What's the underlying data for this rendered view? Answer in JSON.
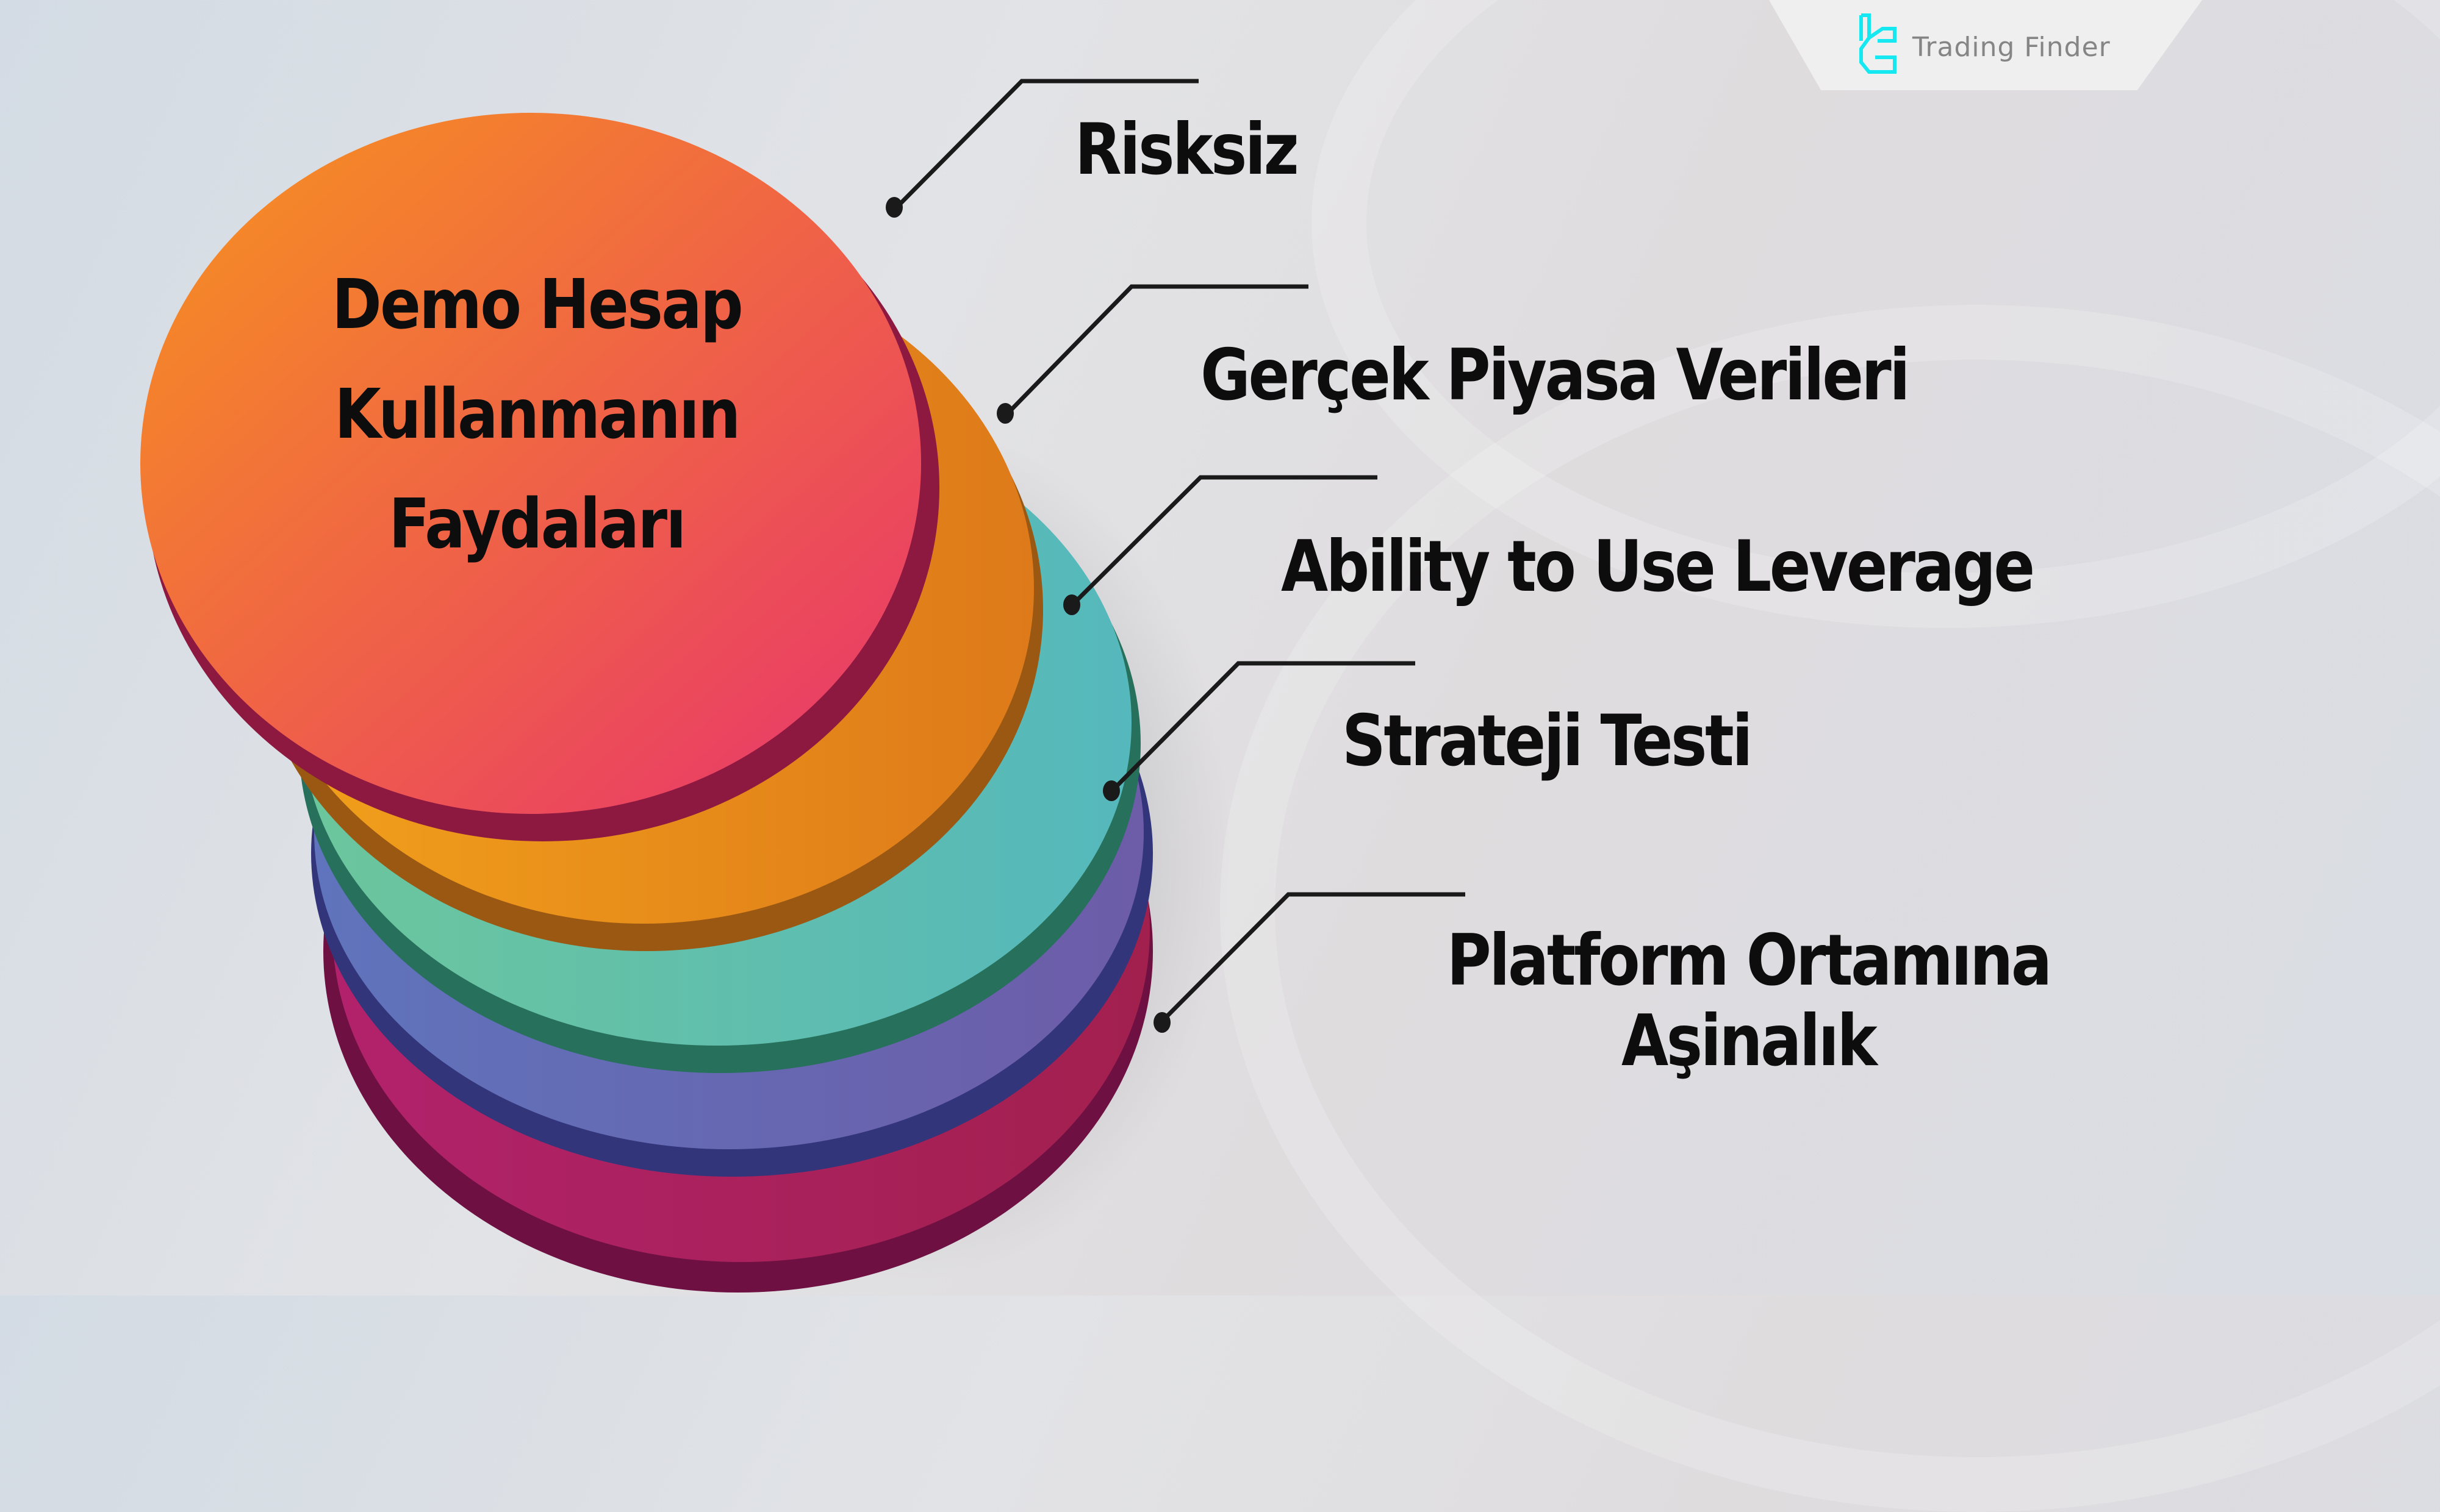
{
  "brand": {
    "name": "Trading Finder",
    "logo_icon": "trading-finder-logo-icon",
    "logo_color": "#16e8f2",
    "text_color": "#858585"
  },
  "diagram": {
    "title_lines": [
      "Demo Hesap",
      "Kullanmanın",
      "Faydaları"
    ],
    "items": [
      {
        "label": "Risksiz",
        "color": "#e8406a"
      },
      {
        "label": "Gerçek Piyasa Verileri",
        "color": "#e88a1c"
      },
      {
        "label": "Ability to Use Leverage",
        "color": "#5cbcb0"
      },
      {
        "label": "Strateji Testi",
        "color": "#6a62ae"
      },
      {
        "label_lines": [
          "Platform Ortamına",
          "Aşinalık"
        ],
        "color": "#c0226e"
      }
    ],
    "top_disc_gradient": [
      "#f7941d",
      "#e8336e"
    ]
  }
}
